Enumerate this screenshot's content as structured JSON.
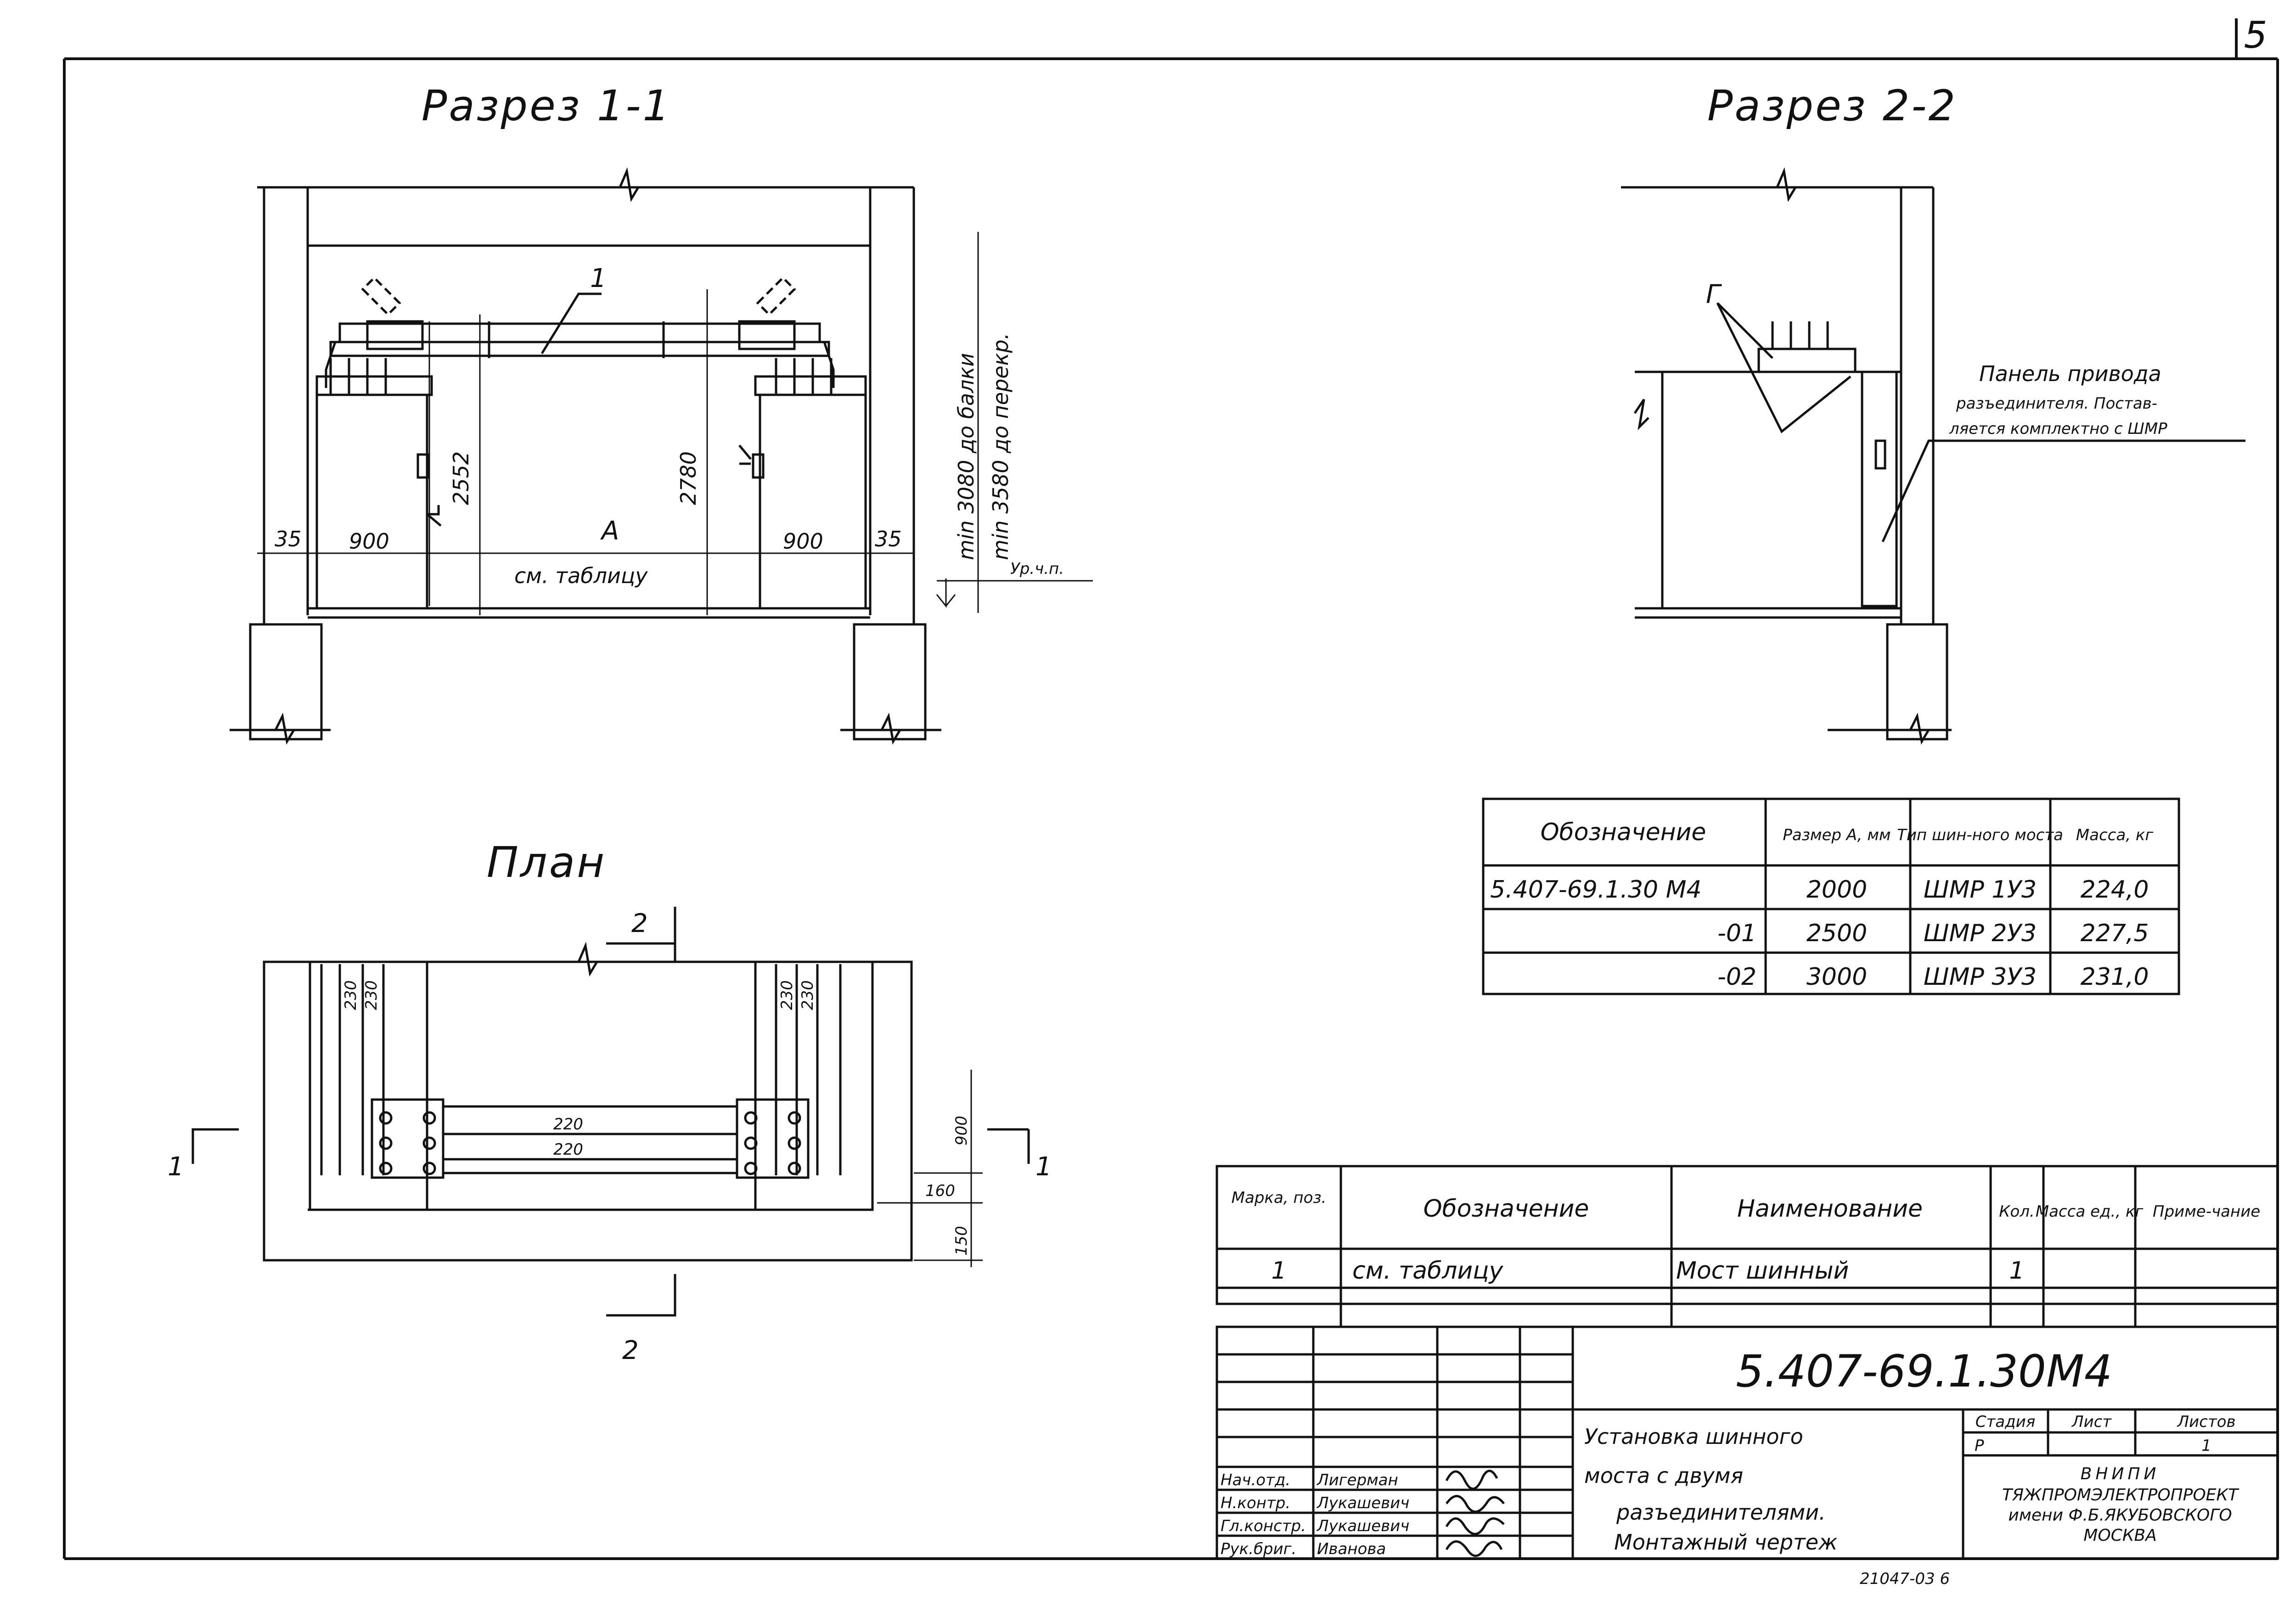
{
  "sheet": {
    "page_number": "5",
    "bottom_note": "21047-03 6"
  },
  "section_1": {
    "title": "Разрез 1-1",
    "pos_label": "1",
    "dim_left_gap": "35",
    "dim_left_cab": "900",
    "dim_center": "A",
    "dim_center_note": "см. таблицу",
    "dim_right_cab": "900",
    "dim_right_gap": "35",
    "dim_height_1": "2552",
    "dim_height_2": "2780",
    "clear_1": "min 3080 до балки",
    "clear_2": "min 3580 до перекр.",
    "level": "Ур.ч.п."
  },
  "section_2": {
    "title": "Разрез 2-2",
    "callout": "Г",
    "note_lines": [
      "Панель привода",
      "разъединителя. Постав-",
      "ляется комплектно с ШМР"
    ]
  },
  "plan": {
    "title": "План",
    "cut_2": "2",
    "cut_1": "1",
    "dims_left": [
      "230",
      "230"
    ],
    "dims_right": [
      "230",
      "230"
    ],
    "bus_1": "220",
    "bus_2": "220",
    "dims_side": [
      "900",
      "160",
      "150"
    ]
  },
  "size_table": {
    "headers": [
      "Обозначение",
      "Размер A, мм",
      "Тип шин-ного моста",
      "Масса, кг"
    ],
    "rows": [
      [
        "5.407-69.1.30 М4",
        "2000",
        "ШМР 1У3",
        "224,0"
      ],
      [
        "-01",
        "2500",
        "ШМР 2У3",
        "227,5"
      ],
      [
        "-02",
        "3000",
        "ШМР 3У3",
        "231,0"
      ]
    ]
  },
  "spec": {
    "headers": [
      "Марка, поз.",
      "Обозначение",
      "Наименование",
      "Кол.",
      "Масса ед., кг",
      "Приме-чание"
    ],
    "rows": [
      [
        "1",
        "см. таблицу",
        "Мост шинный",
        "1",
        "",
        ""
      ]
    ]
  },
  "title_block": {
    "code": "5.407-69.1.30М4",
    "description": [
      "Установка шинного",
      "моста с двумя",
      "разъединителями.",
      "Монтажный чертеж"
    ],
    "stage_headers": [
      "Стадия",
      "Лист",
      "Листов"
    ],
    "stage_values": [
      "Р",
      "",
      "1"
    ],
    "org": [
      "ВНИПИ",
      "ТЯЖПРОМЭЛЕКТРОПРОЕКТ",
      "имени Ф.Б.ЯКУБОВСКОГО",
      "МОСКВА"
    ],
    "roles": [
      {
        "role": "Нач.отд.",
        "name": "Лигерман"
      },
      {
        "role": "Н.контр.",
        "name": "Лукашевич"
      },
      {
        "role": "Гл.констр.",
        "name": "Лукашевич"
      },
      {
        "role": "Рук.бриг.",
        "name": "Иванова"
      }
    ]
  }
}
